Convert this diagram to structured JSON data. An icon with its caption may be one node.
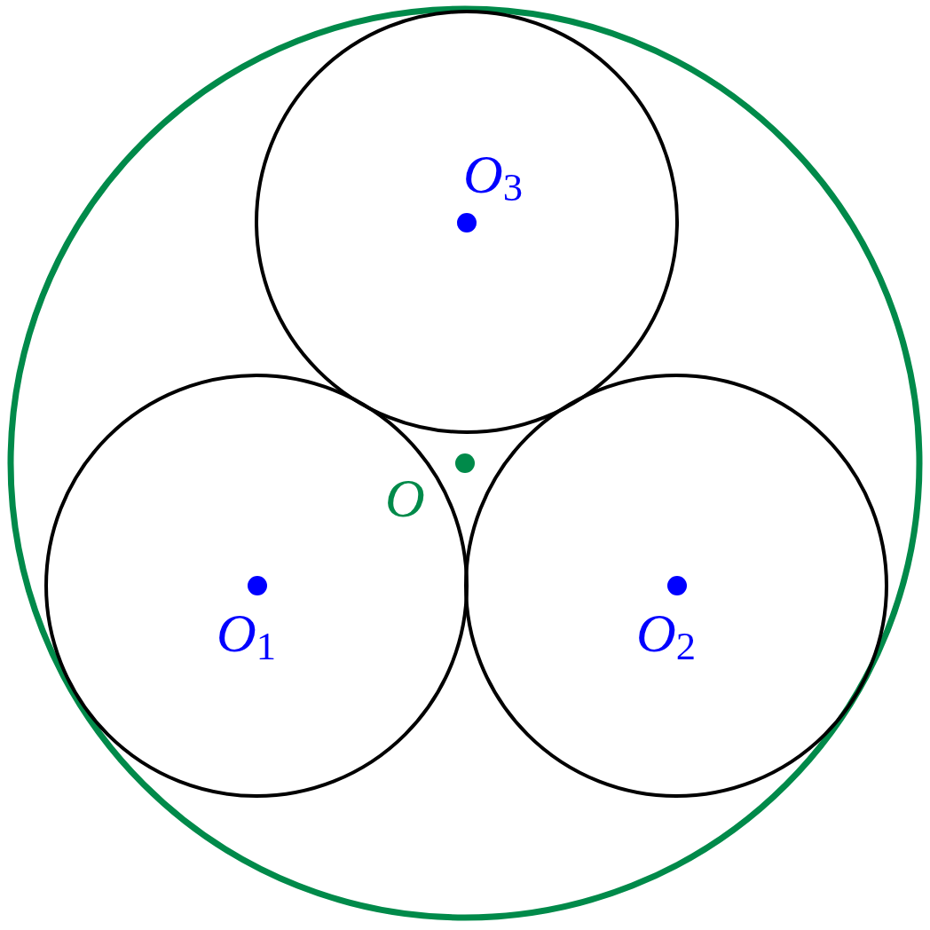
{
  "diagram": {
    "nodes": [
      {
        "text": [],
        "shape": "circle"
      },
      {
        "text": [
          "*O*$_{3}$"
        ],
        "in": 0
      },
      {
        "text": [
          "*O*$_{2}$"
        ],
        "in": 0
      },
      {
        "text": [
          "*O*$_{1}$"
        ],
        "in": 0
      }
    ],
    "labels": [
      "O"
    ]
  }
}
